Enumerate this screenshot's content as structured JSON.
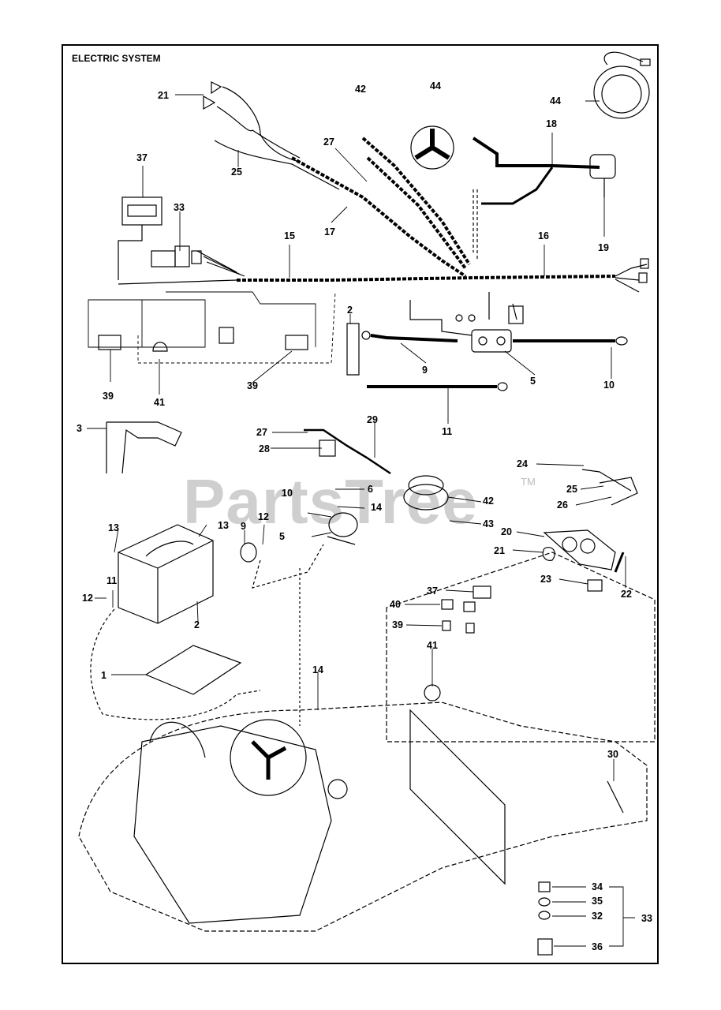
{
  "title": "ELECTRIC SYSTEM",
  "watermark": "PartsTree",
  "watermark_tm": "TM",
  "callouts": [
    {
      "id": "c21a",
      "text": "21"
    },
    {
      "id": "c42a",
      "text": "42"
    },
    {
      "id": "c44a",
      "text": "44"
    },
    {
      "id": "c44b",
      "text": "44"
    },
    {
      "id": "c18",
      "text": "18"
    },
    {
      "id": "c27a",
      "text": "27"
    },
    {
      "id": "c25a",
      "text": "25"
    },
    {
      "id": "c37a",
      "text": "37"
    },
    {
      "id": "c33a",
      "text": "33"
    },
    {
      "id": "c17",
      "text": "17"
    },
    {
      "id": "c15",
      "text": "15"
    },
    {
      "id": "c16",
      "text": "16"
    },
    {
      "id": "c19",
      "text": "19"
    },
    {
      "id": "c2a",
      "text": "2"
    },
    {
      "id": "c9a",
      "text": "9"
    },
    {
      "id": "c5a",
      "text": "5"
    },
    {
      "id": "c10a",
      "text": "10"
    },
    {
      "id": "c39a",
      "text": "39"
    },
    {
      "id": "c41a",
      "text": "41"
    },
    {
      "id": "c39b",
      "text": "39"
    },
    {
      "id": "c11a",
      "text": "11"
    },
    {
      "id": "c3",
      "text": "3"
    },
    {
      "id": "c29",
      "text": "29"
    },
    {
      "id": "c27b",
      "text": "27"
    },
    {
      "id": "c28",
      "text": "28"
    },
    {
      "id": "c24",
      "text": "24"
    },
    {
      "id": "c25b",
      "text": "25"
    },
    {
      "id": "c26",
      "text": "26"
    },
    {
      "id": "c6",
      "text": "6"
    },
    {
      "id": "c10b",
      "text": "10"
    },
    {
      "id": "c14a",
      "text": "14"
    },
    {
      "id": "c42b",
      "text": "42"
    },
    {
      "id": "c43",
      "text": "43"
    },
    {
      "id": "c20",
      "text": "20"
    },
    {
      "id": "c21b",
      "text": "21"
    },
    {
      "id": "c13a",
      "text": "13"
    },
    {
      "id": "c13b",
      "text": "13"
    },
    {
      "id": "c9b",
      "text": "9"
    },
    {
      "id": "c12a",
      "text": "12"
    },
    {
      "id": "c5b",
      "text": "5"
    },
    {
      "id": "c23",
      "text": "23"
    },
    {
      "id": "c22",
      "text": "22"
    },
    {
      "id": "c37b",
      "text": "37"
    },
    {
      "id": "c40",
      "text": "40"
    },
    {
      "id": "c39c",
      "text": "39"
    },
    {
      "id": "c11b",
      "text": "11"
    },
    {
      "id": "c12b",
      "text": "12"
    },
    {
      "id": "c2b",
      "text": "2"
    },
    {
      "id": "c41b",
      "text": "41"
    },
    {
      "id": "c1",
      "text": "1"
    },
    {
      "id": "c14b",
      "text": "14"
    },
    {
      "id": "c30",
      "text": "30"
    },
    {
      "id": "c34",
      "text": "34"
    },
    {
      "id": "c35",
      "text": "35"
    },
    {
      "id": "c32",
      "text": "32"
    },
    {
      "id": "c33b",
      "text": "33"
    },
    {
      "id": "c36",
      "text": "36"
    }
  ]
}
